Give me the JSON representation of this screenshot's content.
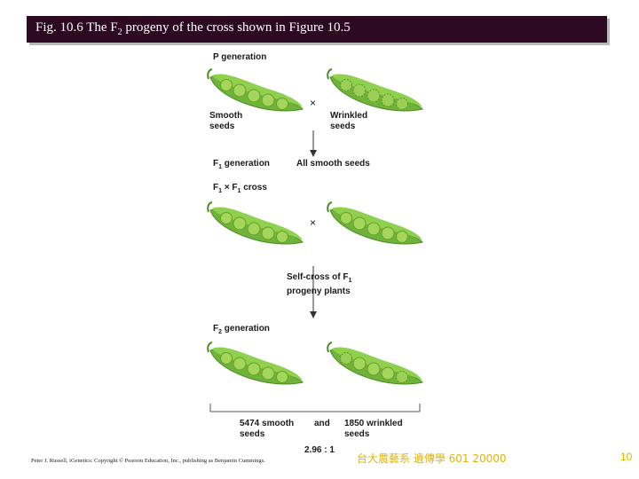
{
  "slide": {
    "title": "Fig. 10.6 The F",
    "title_sub": "2",
    "title_suffix": " progeny of the cross shown in Figure 10.5",
    "credit": "Peter J. Russell, iGenetics: Copyright © Pearson Education, Inc., publishing as Benjamin Cummings.",
    "course": "台大農藝系 遺傳學 601 20000",
    "page_number": "10"
  },
  "figure": {
    "p_generation": "P generation",
    "smooth_seeds": [
      "Smooth",
      "seeds"
    ],
    "wrinkled_seeds": [
      "Wrinkled",
      "seeds"
    ],
    "cross_symbol": "×",
    "f1_generation": "F",
    "f1_generation_sub": "1",
    "f1_generation_suffix": " generation",
    "all_smooth": "All smooth seeds",
    "f1_cross_a": "F",
    "f1_cross_a_sub": "1",
    "f1_cross_mid": " × F",
    "f1_cross_b_sub": "1",
    "f1_cross_suffix": " cross",
    "self_cross": [
      "Self-cross of F",
      "progeny plants"
    ],
    "self_cross_sub": "1",
    "f2_generation": "F",
    "f2_generation_sub": "2",
    "f2_generation_suffix": " generation",
    "smooth_count": [
      "5474 smooth",
      "seeds"
    ],
    "and": "and",
    "wrinkled_count": [
      "1850 wrinkled",
      "seeds"
    ],
    "ratio": "2.96 : 1"
  },
  "colors": {
    "title_bar": "#2e0a22",
    "pod_green": "#7cc242",
    "pea_green": "#a3d65b",
    "footer_gold": "#e0b400"
  }
}
